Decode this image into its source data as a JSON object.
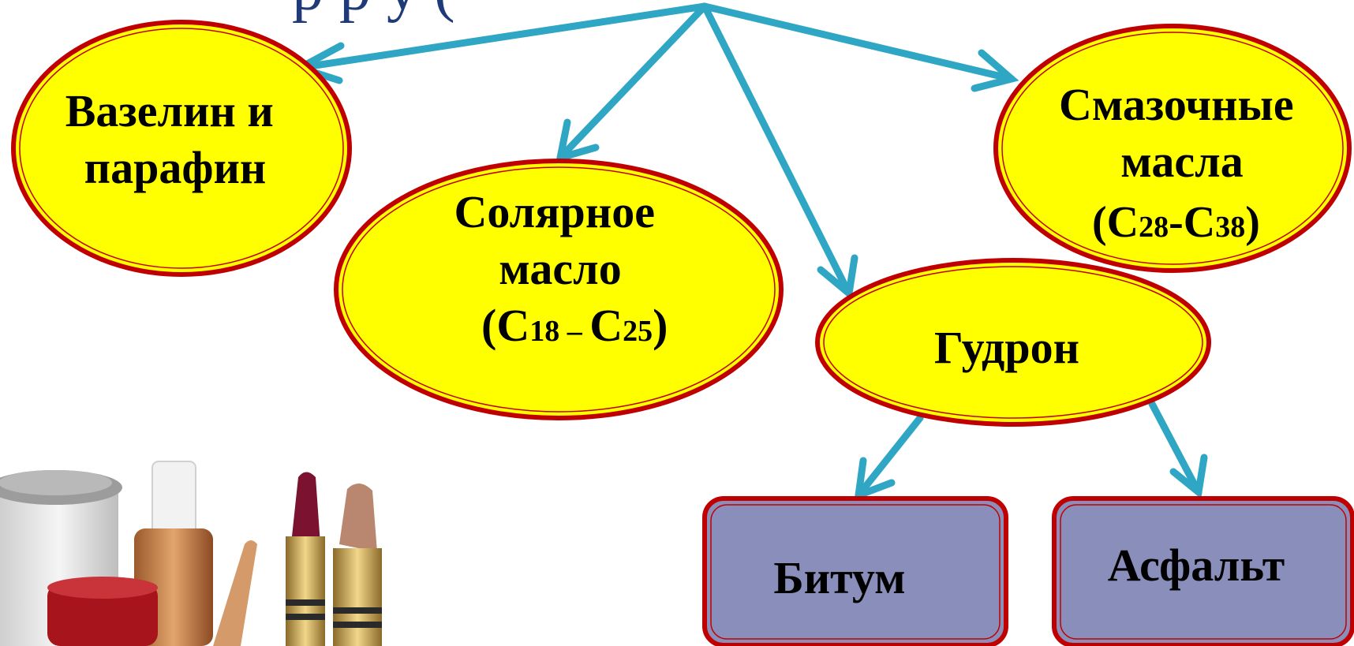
{
  "header": {
    "partial_text": "р        р        у  ("
  },
  "colors": {
    "arrow": "#2ea6c4",
    "oval_fill": "#ffff00",
    "oval_border": "#c00000",
    "box_fill": "#8a8ebb",
    "box_border": "#c00000",
    "heading": "#1f3a78"
  },
  "nodes": {
    "vaselin": {
      "line1": "Вазелин и",
      "line2": "парафин"
    },
    "solar": {
      "line1": "Солярное",
      "line2": "масло",
      "formula": {
        "open": "(C",
        "sub1": "18",
        "dash": " – ",
        "c2": "C",
        "sub2": "25",
        "close": ")"
      }
    },
    "lubricating": {
      "line1": "Смазочные",
      "line2": "масла",
      "formula": {
        "open": "(C",
        "sub1": "28",
        "dash": "-",
        "c2": "C",
        "sub2": "38",
        "close": ")"
      }
    },
    "gudron": {
      "label": "Гудрон"
    },
    "bitum": {
      "label": "Битум"
    },
    "asphalt": {
      "label": "Асфальт"
    }
  },
  "image": {
    "icon": "cosmetics-photo",
    "items": [
      "cream-jar",
      "nail-polish",
      "lipstick",
      "lipstick",
      "nail-file"
    ]
  }
}
